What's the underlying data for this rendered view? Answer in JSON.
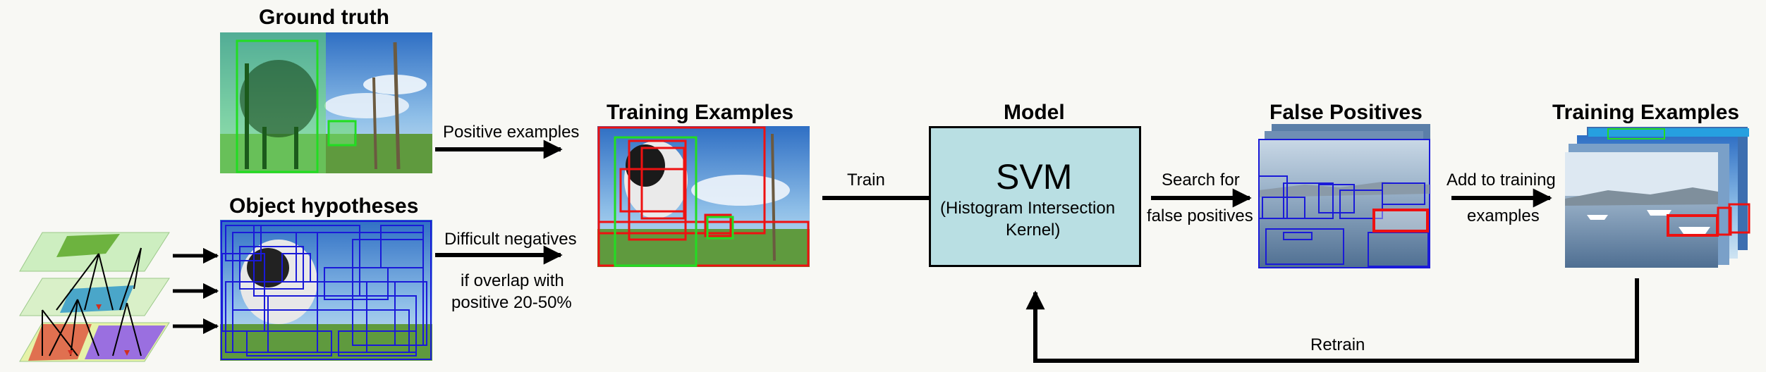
{
  "titles": {
    "ground_truth": "Ground truth",
    "object_hypotheses": "Object hypotheses",
    "training_examples": "Training Examples",
    "model": "Model",
    "false_positives": "False Positives",
    "training_examples_2": "Training Examples"
  },
  "edges": {
    "positive_examples": "Positive examples",
    "difficult_negatives": "Difficult negatives",
    "overlap_line1": "if overlap with",
    "overlap_line2": "positive 20-50%",
    "train": "Train",
    "search_line1": "Search for",
    "search_line2": "false positives",
    "add_line1": "Add to training",
    "add_line2": "examples",
    "retrain": "Retrain"
  },
  "model": {
    "name": "SVM",
    "kernel_line1": "(Histogram Intersection",
    "kernel_line2": "Kernel)"
  },
  "colors": {
    "positive_box": "#22dd22",
    "negative_box": "#ee1111",
    "hypothesis_box": "#1a1ad8",
    "model_fill": "#b9dfe3"
  }
}
